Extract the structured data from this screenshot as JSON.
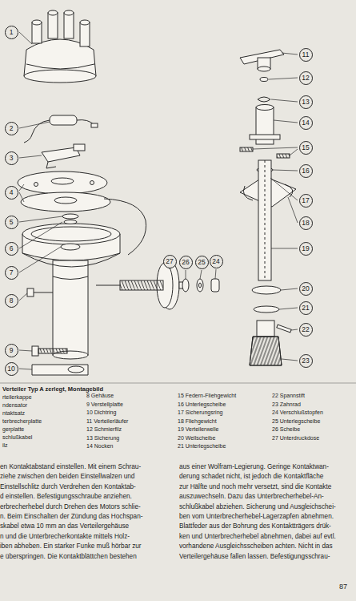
{
  "diagram": {
    "caption": "Verteiler Typ A zerlegt, Montagebild",
    "nodes": [
      {
        "text": [
          "1"
        ]
      },
      {
        "text": [
          "2"
        ]
      },
      {
        "text": [
          "3"
        ]
      },
      {
        "text": [
          "4"
        ]
      },
      {
        "text": [
          "5"
        ]
      },
      {
        "text": [
          "6"
        ]
      },
      {
        "text": [
          "7"
        ]
      },
      {
        "text": [
          "8"
        ]
      },
      {
        "text": [
          "9"
        ]
      },
      {
        "text": [
          "10"
        ]
      },
      {
        "text": [
          "11"
        ]
      },
      {
        "text": [
          "12"
        ]
      },
      {
        "text": [
          "13"
        ]
      },
      {
        "text": [
          "14"
        ]
      },
      {
        "text": [
          "15"
        ]
      },
      {
        "text": [
          "16"
        ]
      },
      {
        "text": [
          "17"
        ]
      },
      {
        "text": [
          "18"
        ]
      },
      {
        "text": [
          "19"
        ]
      },
      {
        "text": [
          "20"
        ]
      },
      {
        "text": [
          "21"
        ]
      },
      {
        "text": [
          "22"
        ]
      },
      {
        "text": [
          "23"
        ]
      },
      {
        "text": [
          "24"
        ]
      },
      {
        "text": [
          "25"
        ]
      },
      {
        "text": [
          "26"
        ]
      },
      {
        "text": [
          "27"
        ]
      }
    ],
    "labels": [
      "rteilerkappe",
      "ndensator",
      "ntaktsatz",
      "terbrecherplatte",
      "gerplatte",
      "schlußkabel",
      "ilz",
      "8 Gehäuse",
      "9 Verstellplatte",
      "10 Dichtring",
      "11 Verteilerläufer",
      "12 Schmierfilz",
      "13 Sicherung",
      "14 Nocken",
      "15 Federn-Fliehgewicht",
      "16 Unterlegscheibe",
      "17 Sicherungsring",
      "18 Fliehgewicht",
      "19 Verteilerwelle",
      "20 Wellscheibe",
      "21 Unterlegscheibe",
      "22 Spannstift",
      "23 Zahnrad",
      "24 Verschlußstopfen",
      "25 Unterlegscheibe",
      "26 Scheibe",
      "27 Unterdruckdose",
      "en Kontaktabstand einstellen. Mit einem Schrau-",
      "ziehe zwischen den beiden Einstellwalzen und",
      "Einstellschlitz durch Verdrehen den Kontaktab-",
      "d einstellen. Befestigungsschraube anziehen.",
      "erbrecherhebel durch Drehen des Motors schlie-",
      "n. Beim Einschalten der Zündung das Hochspan-",
      "skabel etwa 10 mm an das Verteilergehäuse",
      "n und die Unterbrecherkontakte mittels Holz-",
      "iben abheben. Ein starker Funke muß hörbar zur",
      "e überspringen. Die Kontaktblättchen bestehen",
      "aus einer Wolfram-Legierung. Geringe Kontaktwan-",
      "derung schadet nicht, ist jedoch die Kontaktfläche",
      "zur Hälfte und noch mehr versetzt, sind die Kontakte",
      "auszuwechseln. Dazu das Unterbrecherhebel-An-",
      "schlußkabel abziehen. Sicherung und Ausgleichschei-",
      "ben vom Unterbrecherhebel-Lagerzapfen abnehmen.",
      "Blattfeder aus der Bohrung des Kontaktträgers drük-",
      "ken und Unterbrecherhebel abnehmen, dabei auf evtl.",
      "vorhandene Ausgleichsscheiben achten. Nicht in das",
      "Verteilergehäuse fallen lassen. Befestigungsschrau-",
      "87"
    ]
  }
}
